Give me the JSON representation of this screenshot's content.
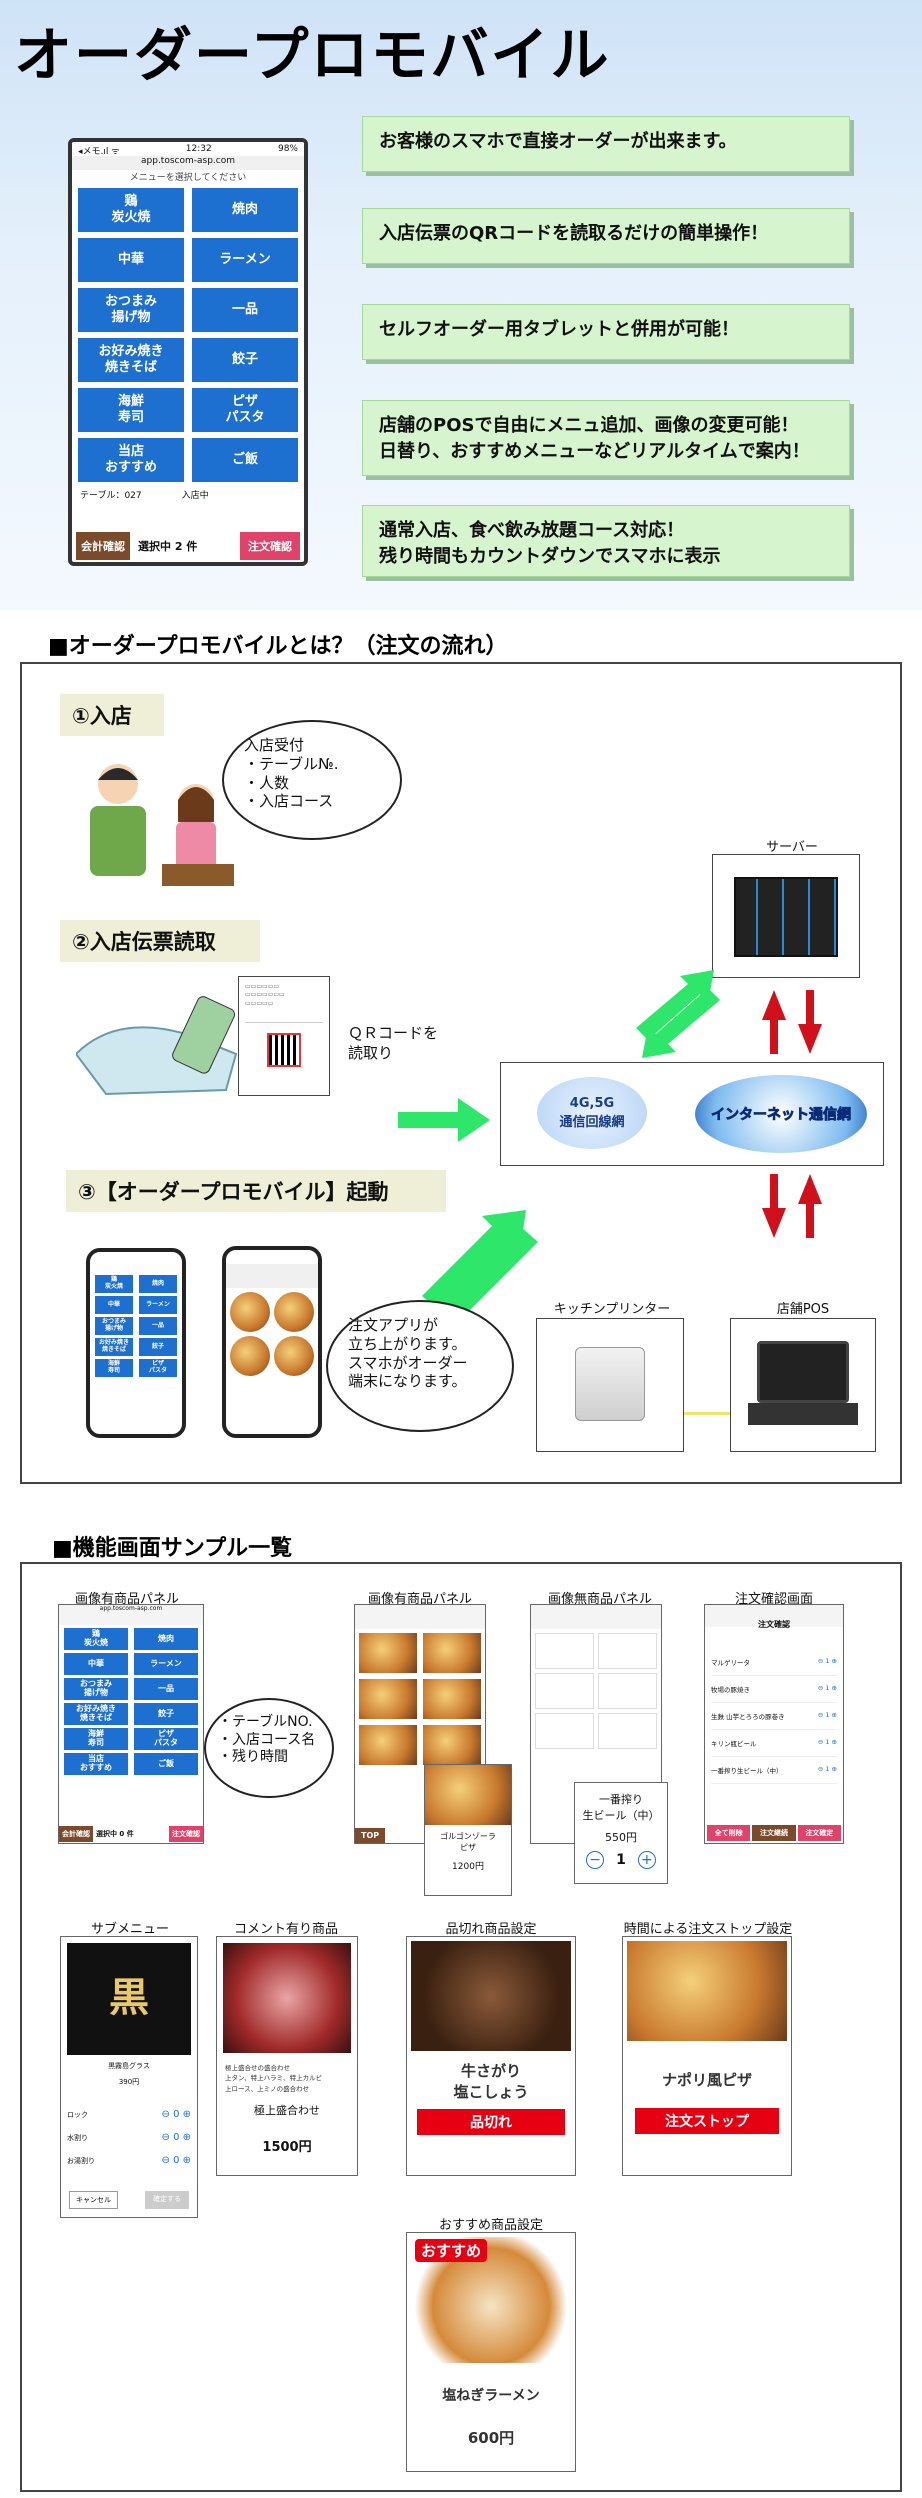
{
  "title": "オーダープロモバイル",
  "hero_phone": {
    "status_left": "◂メモ.ıl ᯤ",
    "time": "12:32",
    "battery": "98%",
    "url": "app.toscom-asp.com",
    "hint": "メニューを選択してください",
    "categories": [
      "鶏\n炭火焼",
      "焼肉",
      "中華",
      "ラーメン",
      "おつまみ\n揚げ物",
      "一品",
      "お好み焼き\n焼きそば",
      "餃子",
      "海鮮\n寿司",
      "ピザ\nパスタ",
      "当店\nおすすめ",
      "ご飯"
    ],
    "table_label": "テーブル：027",
    "status": "入店中",
    "confirm_btn": "会計確認",
    "selected": "選択中 2 件",
    "order_btn": "注文確認"
  },
  "features": [
    "お客様のスマホで直接オーダーが出来ます。",
    "入店伝票のQRコードを読取るだけの簡単操作！",
    "セルフオーダー用タブレットと併用が可能！",
    "店舗のPOSで自由にメニュ追加、画像の変更可能！\n日替り、おすすめメニューなどリアルタイムで案内！",
    "通常入店、食べ飲み放題コース対応！\n残り時間もカウントダウンでスマホに表示"
  ],
  "flow": {
    "section_title": "■オーダープロモバイルとは？（注文の流れ）",
    "step1": "①入店",
    "step1_bubble": "入店受付\n・テーブル№.\n・人数\n・入店コース",
    "step2": "②入店伝票読取",
    "step2_note": "ＱＲコードを\n読取り",
    "step3": "③【オーダープロモバイル】起動",
    "step3_bubble": "注文アプリが\n立ち上がります。\nスマホがオーダー\n端末になります。",
    "server": "サーバー",
    "network1": "4G,5G\n通信回線網",
    "network2": "インターネット通信網",
    "printer": "キッチンプリンター",
    "pos": "店舗POS"
  },
  "samples": {
    "section_title": "■機能画面サンプル一覧",
    "panel1": "画像有商品パネル",
    "panel2": "画像有商品パネル",
    "panel3": "画像無商品パネル",
    "panel4": "注文確認画面",
    "panel1_bubble": "・テーブルNO.\n・入店コース名\n・残り時間",
    "mini_categories": [
      "鶏\n炭火焼",
      "焼肉",
      "中華",
      "ラーメン",
      "おつまみ\n揚げ物",
      "一品",
      "お好み焼き\n焼きそば",
      "餃子",
      "海鮮\n寿司",
      "ピザ\nパスタ",
      "当店\nおすすめ",
      "ご飯"
    ],
    "mini_bar": [
      "会計確認",
      "選択中 0 件",
      "注文確認"
    ],
    "pizza_popup": "ゴルゴンゾーラ\nピザ",
    "pizza_price": "1200円",
    "beer_popup": "一番搾り\n生ビール（中）",
    "beer_price": "550円",
    "beer_qty": "1",
    "top_label": "TOP",
    "order_confirm_title": "注文確認",
    "order_items": [
      "マルゲリータ",
      "牧場の豚焼き",
      "生麩 山芋とろろの豚巻き",
      "キリン瓶ビール",
      "一番搾り生ビール（中）"
    ],
    "order_buttons": [
      "全て削除",
      "注文継続",
      "注文確定"
    ],
    "submenu_title": "サブメニュー",
    "submenu_item": "黒霧島グラス",
    "submenu_price": "390円",
    "submenu_rows": [
      "ロック",
      "水割り",
      "お湯割り"
    ],
    "submenu_buttons": [
      "キャンセル",
      "確定する"
    ],
    "comment_title": "コメント有り商品",
    "comment_text": "極上盛合せの盛合わせ\n上タン、特上ハラミ、特上カルビ\n上ロース、上ミノの盛合わせ",
    "comment_name": "極上盛合わせ",
    "comment_price": "1500円",
    "soldout_title": "品切れ商品設定",
    "soldout_name": "牛さがり\n塩こしょう",
    "soldout_badge": "品切れ",
    "stop_title": "時間による注文ストップ設定",
    "stop_name": "ナポリ風ピザ",
    "stop_badge": "注文ストップ",
    "recommend_title": "おすすめ商品設定",
    "recommend_badge": "おすすめ",
    "recommend_name": "塩ねぎラーメン",
    "recommend_price": "600円"
  },
  "colors": {
    "accent_blue": "#1d6fd0",
    "feature_green": "#d6f5cf",
    "arrow_green": "#2ee66a",
    "arrow_red": "#d0101a",
    "badge_red": "#e60012"
  }
}
